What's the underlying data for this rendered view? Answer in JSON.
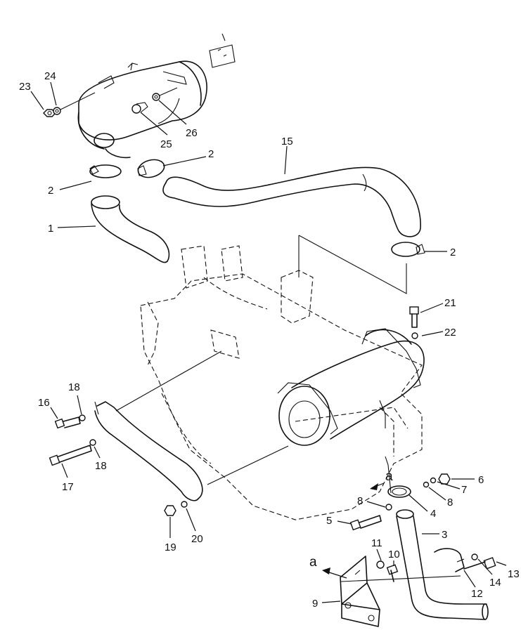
{
  "callouts": [
    {
      "key": "c23",
      "text": "23"
    },
    {
      "key": "c24",
      "text": "24"
    },
    {
      "key": "c25",
      "text": "25"
    },
    {
      "key": "c26",
      "text": "26"
    },
    {
      "key": "c2a",
      "text": "2"
    },
    {
      "key": "c2b",
      "text": "2"
    },
    {
      "key": "c2c",
      "text": "2"
    },
    {
      "key": "c15",
      "text": "15"
    },
    {
      "key": "c1",
      "text": "1"
    },
    {
      "key": "c21",
      "text": "21"
    },
    {
      "key": "c22",
      "text": "22"
    },
    {
      "key": "c18a",
      "text": "18"
    },
    {
      "key": "c16",
      "text": "16"
    },
    {
      "key": "c18b",
      "text": "18"
    },
    {
      "key": "c17",
      "text": "17"
    },
    {
      "key": "cA1",
      "text": "a"
    },
    {
      "key": "c6",
      "text": "6"
    },
    {
      "key": "c7",
      "text": "7"
    },
    {
      "key": "c8a",
      "text": "8"
    },
    {
      "key": "c8b",
      "text": "8"
    },
    {
      "key": "c4",
      "text": "4"
    },
    {
      "key": "c5",
      "text": "5"
    },
    {
      "key": "c3",
      "text": "3"
    },
    {
      "key": "c19",
      "text": "19"
    },
    {
      "key": "c20",
      "text": "20"
    },
    {
      "key": "c11",
      "text": "11"
    },
    {
      "key": "c10",
      "text": "10"
    },
    {
      "key": "c13",
      "text": "13"
    },
    {
      "key": "c14",
      "text": "14"
    },
    {
      "key": "c12",
      "text": "12"
    },
    {
      "key": "cA2",
      "text": "a"
    },
    {
      "key": "c9",
      "text": "9"
    }
  ]
}
